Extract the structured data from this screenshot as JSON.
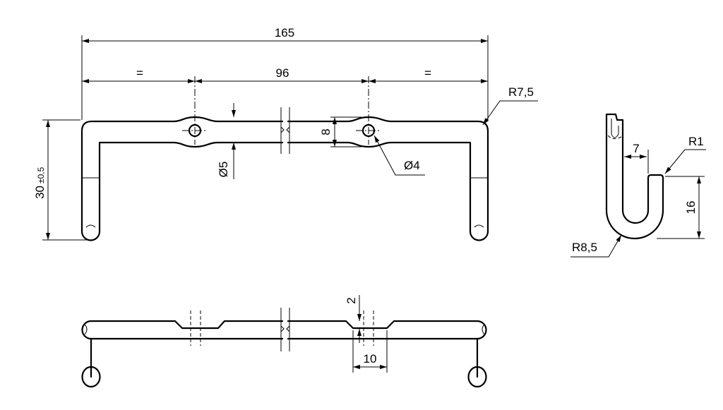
{
  "dimensions": {
    "overall_length": "165",
    "hole_spacing": "96",
    "equal_left": "=",
    "equal_right": "=",
    "bend_radius_outer": "R7,5",
    "height": "30",
    "height_tolerance": "±0,5",
    "boss_width": "8",
    "hole_small": "Ø4",
    "hole_large": "Ø5",
    "side_gap": "7",
    "side_radius_small": "R1",
    "side_radius_large": "R8,5",
    "side_depth": "16",
    "recess_depth": "2",
    "recess_width": "10"
  }
}
